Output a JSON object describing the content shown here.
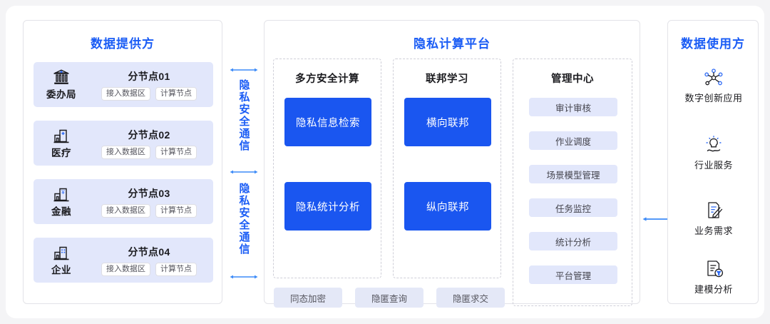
{
  "providers": {
    "title": "数据提供方",
    "items": [
      {
        "icon": "government-icon",
        "name": "委办局",
        "node": "分节点01",
        "chips": [
          "接入数据区",
          "计算节点"
        ]
      },
      {
        "icon": "hospital-icon",
        "name": "医疗",
        "node": "分节点02",
        "chips": [
          "接入数据区",
          "计算节点"
        ]
      },
      {
        "icon": "bank-icon",
        "name": "金融",
        "node": "分节点03",
        "chips": [
          "接入数据区",
          "计算节点"
        ]
      },
      {
        "icon": "building-icon",
        "name": "企业",
        "node": "分节点04",
        "chips": [
          "接入数据区",
          "计算节点"
        ]
      }
    ]
  },
  "link": {
    "labels": [
      "隐私安全通信",
      "隐私安全通信"
    ],
    "arrow_count": 3,
    "arrow_direction": "bidirectional"
  },
  "platform": {
    "title": "隐私计算平台",
    "groups": [
      {
        "title": "多方安全计算",
        "boxes": [
          "隐私信息检索",
          "隐私统计分析"
        ]
      },
      {
        "title": "联邦学习",
        "boxes": [
          "横向联邦",
          "纵向联邦"
        ]
      },
      {
        "title": "管理中心",
        "items": [
          "审计审核",
          "作业调度",
          "场景模型管理",
          "任务监控",
          "统计分析",
          "平台管理"
        ]
      }
    ],
    "bottom_chips": [
      "同态加密",
      "隐匿查询",
      "隐匿求交"
    ]
  },
  "consumers": {
    "title": "数据使用方",
    "arrow_direction": "left",
    "items": [
      {
        "icon": "network-nodes-icon",
        "label": "数字创新应用"
      },
      {
        "icon": "lightbulb-wave-icon",
        "label": "行业服务"
      },
      {
        "icon": "document-edit-icon",
        "label": "业务需求"
      },
      {
        "icon": "document-funnel-icon",
        "label": "建模分析"
      }
    ]
  },
  "colors": {
    "accent": "#1a5cf5",
    "blue_box": "#1a56f0",
    "lavender": "#e2e7fb",
    "page_bg": "#f4f4f6",
    "border": "#e3e3e8",
    "dashed": "#cfcfd8"
  }
}
